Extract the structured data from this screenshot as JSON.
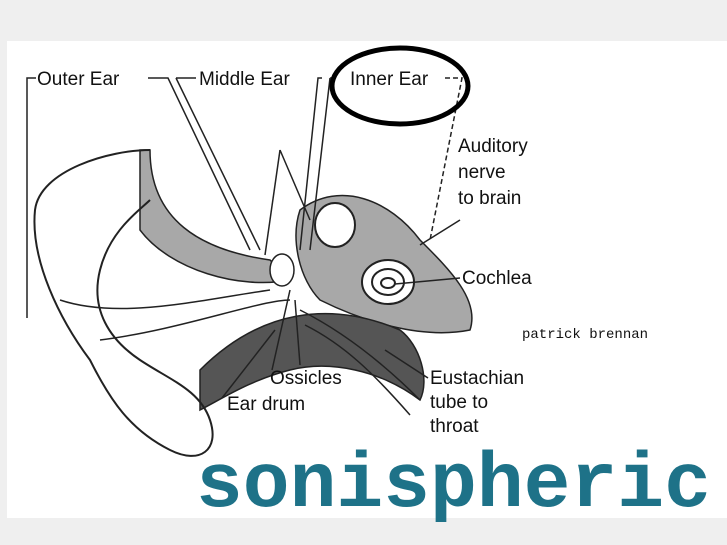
{
  "labels": {
    "outer_ear": "Outer Ear",
    "middle_ear": "Middle Ear",
    "inner_ear": "Inner Ear",
    "auditory_nerve": [
      "Auditory",
      "nerve",
      "to brain"
    ],
    "cochlea": "Cochlea",
    "ossicles": "Ossicles",
    "ear_drum": "Ear drum",
    "eustachian": [
      "Eustachian",
      "tube to",
      "throat"
    ]
  },
  "author": "patrick brennan",
  "brand": "sonispheric",
  "colors": {
    "brand": "#1e7288",
    "tissue": "#a8a8a8",
    "background": "#efefef"
  }
}
